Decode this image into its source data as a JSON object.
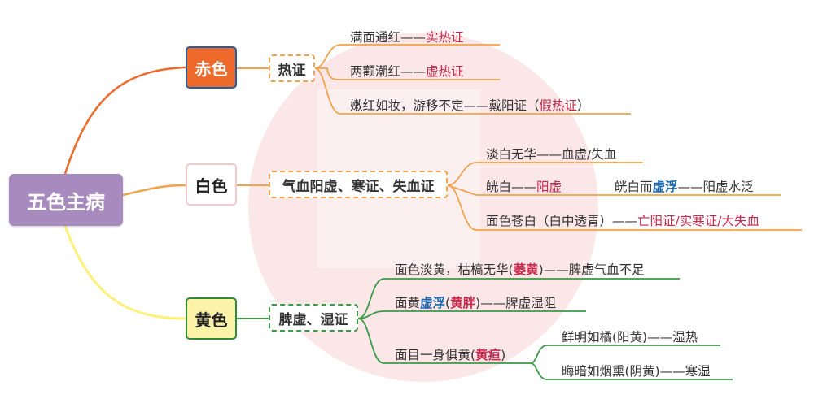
{
  "root": {
    "label": "五色主病"
  },
  "colors": {
    "red_branch": "#ee6a2a",
    "white_branch": "#f2a34a",
    "yellow_branch": "#fff079",
    "green_branch": "#3a9a46",
    "root_fill": "#a78bbf",
    "highlight_red": "#c6284b",
    "highlight_blue": "#1a66b0"
  },
  "red": {
    "label": "赤色",
    "sub": "热证",
    "items": [
      {
        "a": "满面通红——",
        "b": "实热证"
      },
      {
        "a": "两颧潮红——",
        "b": "虚热证"
      },
      {
        "a": "嫩红如妆，游移不定——戴阳证（",
        "b": "假热证",
        "c": "）"
      }
    ]
  },
  "white": {
    "label": "白色",
    "sub": "气血阳虚、寒证、失血证",
    "items": [
      {
        "a": "淡白无华——血虚/失血"
      },
      {
        "a": "㿠白——",
        "b": "阳虚"
      },
      {
        "a": "㿠白而",
        "b": "虚浮",
        "c": "——阳虚水泛"
      },
      {
        "a": "面色苍白（白中透青）——",
        "b": "亡阳证/实寒证/大失血"
      }
    ]
  },
  "yellow": {
    "label": "黄色",
    "sub": "脾虚、湿证",
    "items": [
      {
        "a": "面色淡黄，枯槁无华(",
        "b": "萎黄",
        "c": ")——脾虚气血不足"
      },
      {
        "a": "面黄",
        "b": "虚浮",
        "c": "(",
        "d": "黄胖",
        "e": ")——脾虚湿阻"
      },
      {
        "a": "面目一身俱黄(",
        "b": "黄疸",
        "c": ")"
      },
      {
        "a": "鲜明如橘(阳黄)——湿热"
      },
      {
        "a": "晦暗如烟熏(阴黄)——寒湿"
      }
    ]
  }
}
